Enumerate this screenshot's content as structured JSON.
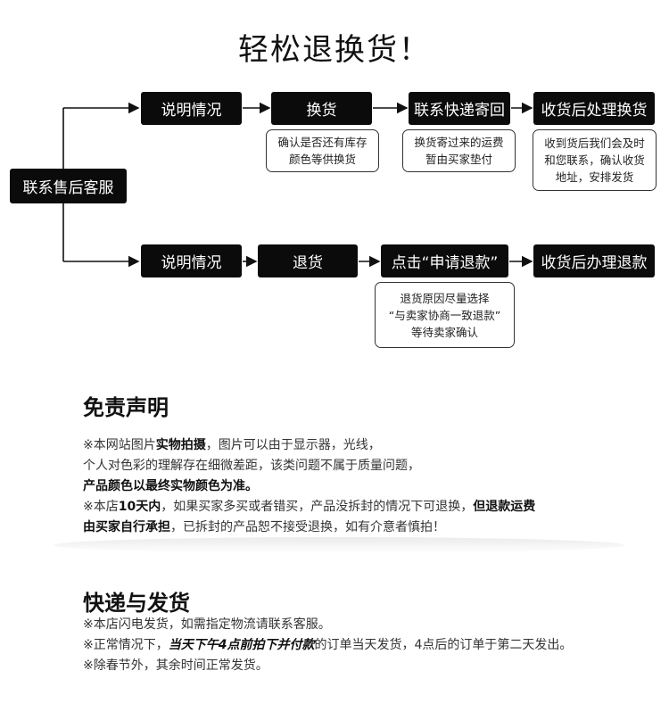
{
  "title": "轻松退换货！",
  "flow": {
    "start": "联系售后客服",
    "exchange": {
      "steps": [
        "说明情况",
        "换货",
        "联系快递寄回",
        "收货后处理换货"
      ],
      "notes": [
        [
          "确认是否还有库存",
          "颜色等供换货"
        ],
        [
          "换货寄过来的运费",
          "暂由买家垫付"
        ],
        [
          "收到货后我们会及时",
          "和您联系，确认收货",
          "地址，安排发货"
        ]
      ]
    },
    "refund": {
      "steps": [
        "说明情况",
        "退货",
        "点击“申请退款”",
        "收货后办理退款"
      ],
      "notes": [
        [
          "退货原因尽量选择",
          "“与卖家协商一致退款”",
          "等待卖家确认"
        ]
      ]
    }
  },
  "disclaimer": {
    "heading": "免责声明",
    "l1_a": "※本网站图片",
    "l1_b": "实物拍摄",
    "l1_c": "，图片可以由于显示器，光线，",
    "l2": "个人对色彩的理解存在细微差距，该类问题不属于质量问题，",
    "l3": "产品颜色以最终实物颜色为准。",
    "l4_a": "※本店",
    "l4_b": "10天内",
    "l4_c": "，如果买家多买或者错买，产品没拆封的情况下可退换，",
    "l4_d": "但退款运费",
    "l5_a": "由买家自行承担",
    "l5_b": "，已拆封的产品恕不接受退换，如有介意者慎拍！"
  },
  "shipping": {
    "heading": "快递与发货",
    "l1": "※本店闪电发货，如需指定物流请联系客服。",
    "l2_a": "※正常情况下，",
    "l2_b": "当天下午4点前拍下并付款",
    "l2_c": "的订单当天发货，4点后的订单于第二天发出。",
    "l3": "※除春节外，其余时间正常发货。"
  }
}
